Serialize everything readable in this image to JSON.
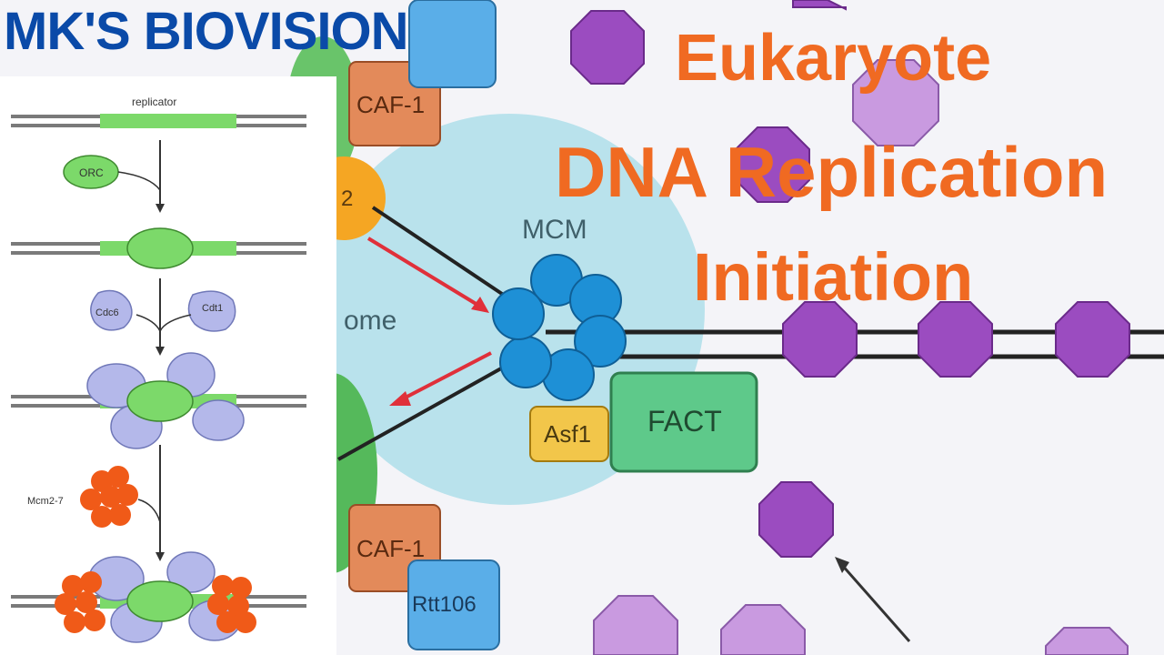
{
  "header": {
    "brand": "MK'S BIOVISION",
    "title_lines": [
      "Eukaryote",
      "DNA Replication",
      "Initiation"
    ]
  },
  "background_diagram": {
    "labels": {
      "mcm": "MCM",
      "fact": "FACT",
      "asf1": "Asf1",
      "caf1_top": "CAF-1",
      "caf1_bottom": "CAF-1",
      "rtt106": "Rtt106",
      "some": "ome",
      "z_label": "2"
    },
    "colors": {
      "nucleosome": "#9b4cc0",
      "nucleosome_light": "#c99ae0",
      "mcm": "#1e90d6",
      "replisome": "#a6dce8",
      "fact": "#5ec98a",
      "caf1": "#e38a5a",
      "asf1": "#f2c64a",
      "rtt106": "#5aaee8",
      "arrow_red": "#e0303a"
    }
  },
  "inset_diagram": {
    "labels": {
      "replicator": "replicator",
      "orc": "ORC",
      "cdc6": "Cdc6",
      "cdt1": "Cdt1",
      "mcm": "Mcm2-7"
    },
    "colors": {
      "green": "#7cd96a",
      "lavender": "#b4b8ea",
      "orange": "#f05a18",
      "dna": "#7a7a7a"
    }
  }
}
